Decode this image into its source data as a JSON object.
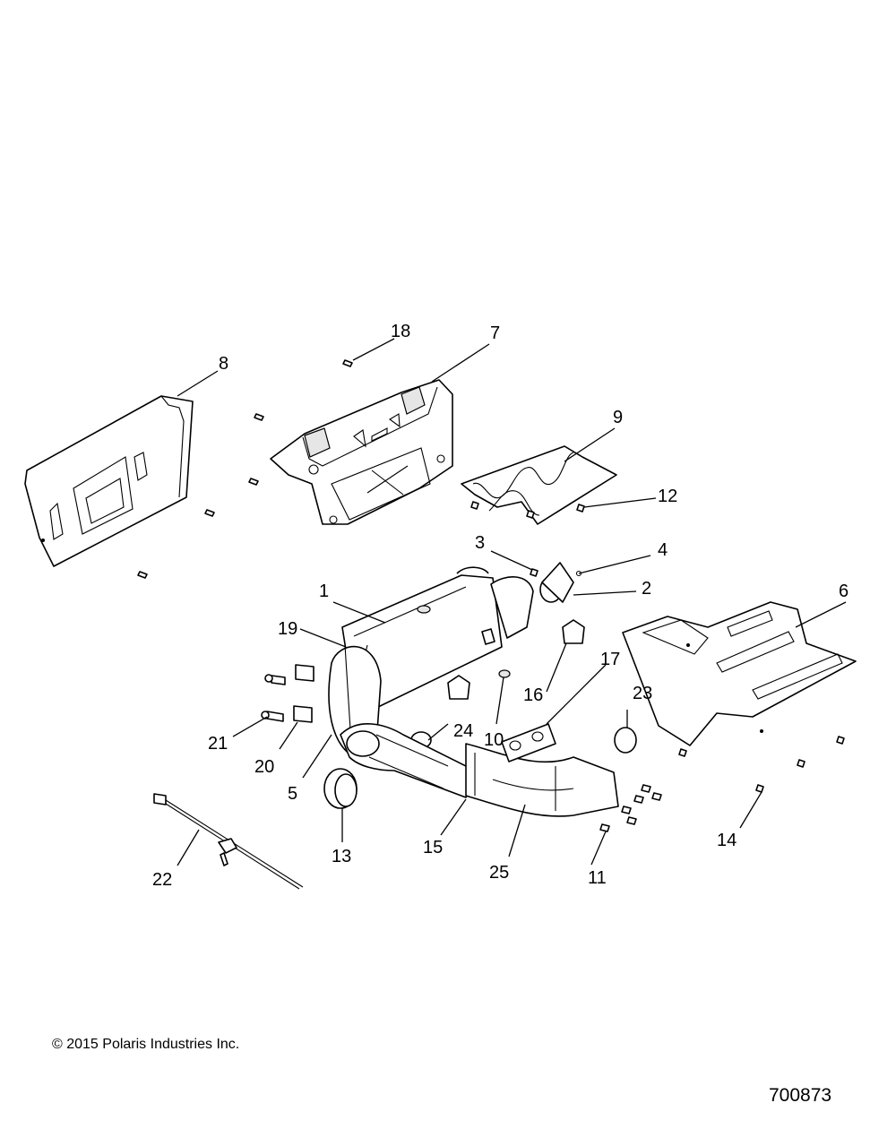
{
  "labels": [
    "1",
    "2",
    "3",
    "4",
    "5",
    "6",
    "7",
    "8",
    "9",
    "10",
    "11",
    "12",
    "13",
    "14",
    "15",
    "16",
    "17",
    "18",
    "19",
    "20",
    "21",
    "22",
    "23",
    "24",
    "25"
  ],
  "footer": {
    "copyright": "© 2015 Polaris Industries Inc.",
    "drawing_number": "700873"
  }
}
